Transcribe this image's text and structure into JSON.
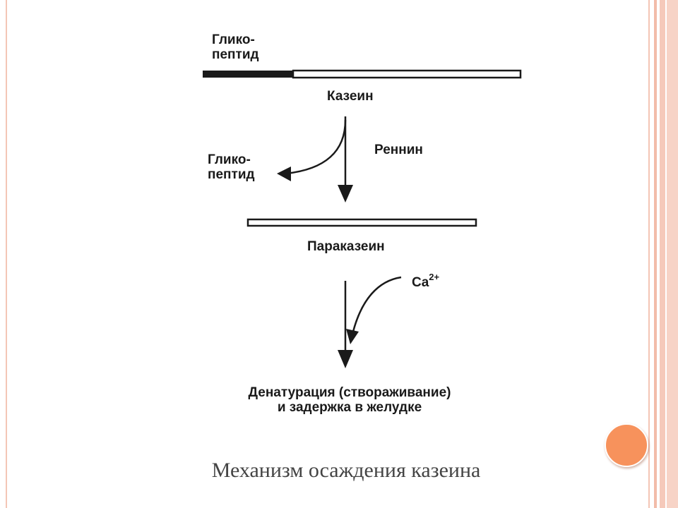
{
  "diagram": {
    "glycopeptide_top": "Глико-\nпептид",
    "casein": "Казеин",
    "rennin": "Реннин",
    "glycopeptide_side": "Глико-\nпептид",
    "paracasein": "Параказеин",
    "calcium_base": "Ca",
    "calcium_charge": "2+",
    "result": "Денатурация (створаживание)\nи задержка в желудке"
  },
  "caption": "Механизм осаждения казеина",
  "colors": {
    "accent_circle": "#f7925c",
    "border_stripes": "#f3c6b6",
    "ink": "#1a1a1a"
  }
}
